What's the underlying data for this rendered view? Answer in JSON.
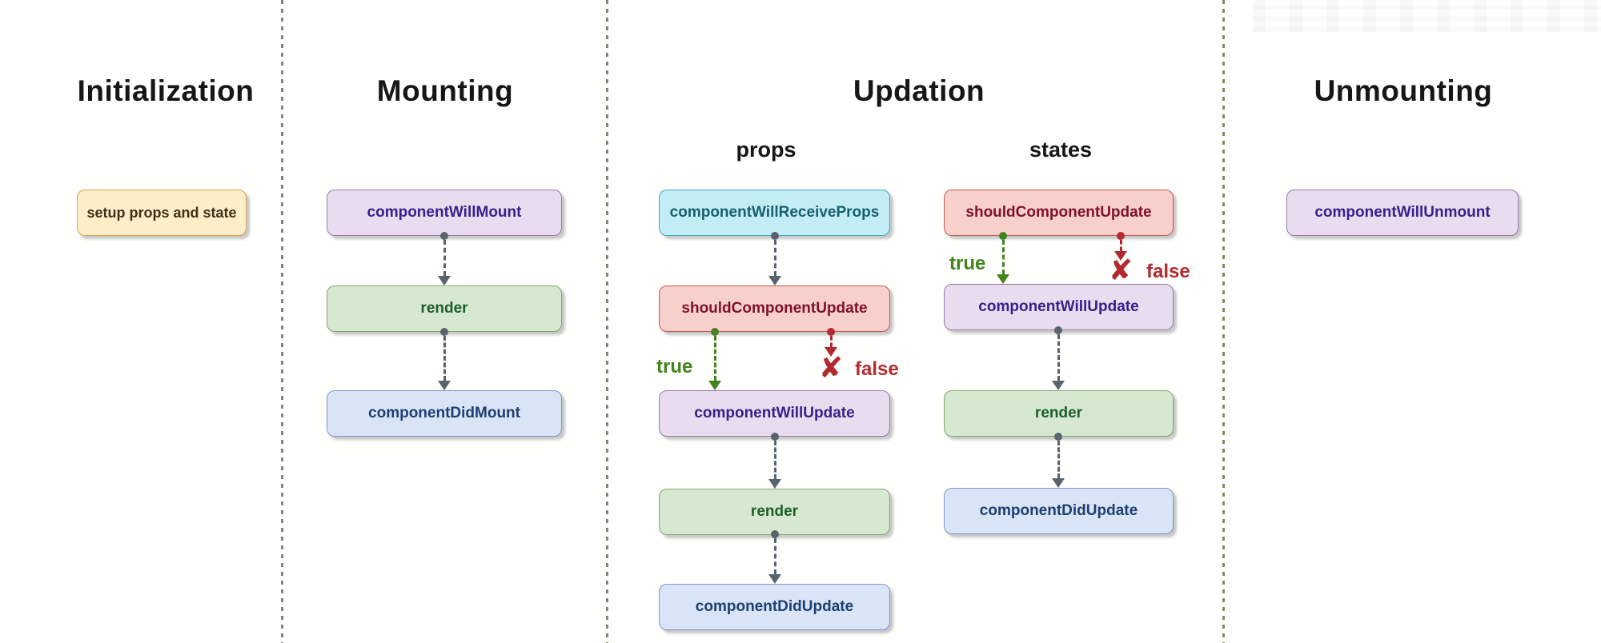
{
  "phases": {
    "initialization": "Initialization",
    "mounting": "Mounting",
    "updation": "Updation",
    "unmounting": "Unmounting"
  },
  "lanes": {
    "props": "props",
    "states": "states"
  },
  "nodes": {
    "setup": "setup props and state",
    "mounting": {
      "will_mount": "componentWillMount",
      "render": "render",
      "did_mount": "componentDidMount"
    },
    "props": {
      "will_receive_props": "componentWillReceiveProps",
      "should_update": "shouldComponentUpdate",
      "will_update": "componentWillUpdate",
      "render": "render",
      "did_update": "componentDidUpdate"
    },
    "states": {
      "should_update": "shouldComponentUpdate",
      "will_update": "componentWillUpdate",
      "render": "render",
      "did_update": "componentDidUpdate"
    },
    "unmounting": {
      "will_unmount": "componentWillUnmount"
    }
  },
  "branches": {
    "true_label": "true",
    "false_label": "false",
    "reject_icon": "✘"
  },
  "colors": {
    "tan-bg": "#fdeec9",
    "tan-border": "#d8a353",
    "purple-bg": "#e8dcee",
    "purple-border": "#967aa8",
    "purple-text": "#38208c",
    "green-bg": "#d7e8d1",
    "green-border": "#7fa873",
    "green-text": "#1d5e2a",
    "blue-bg": "#d9e5f6",
    "blue-border": "#7e95c8",
    "blue-text": "#1d3f71",
    "cyan-bg": "#c3edf5",
    "cyan-border": "#41a8be",
    "cyan-text": "#175f6e",
    "red-bg": "#f7d0cc",
    "red-border": "#c05a54",
    "red-text": "#7e112b",
    "arrow-gray": "#59636d",
    "branch-green": "#43831d",
    "branch-red": "#b22a2e",
    "divider": "#84876d"
  }
}
